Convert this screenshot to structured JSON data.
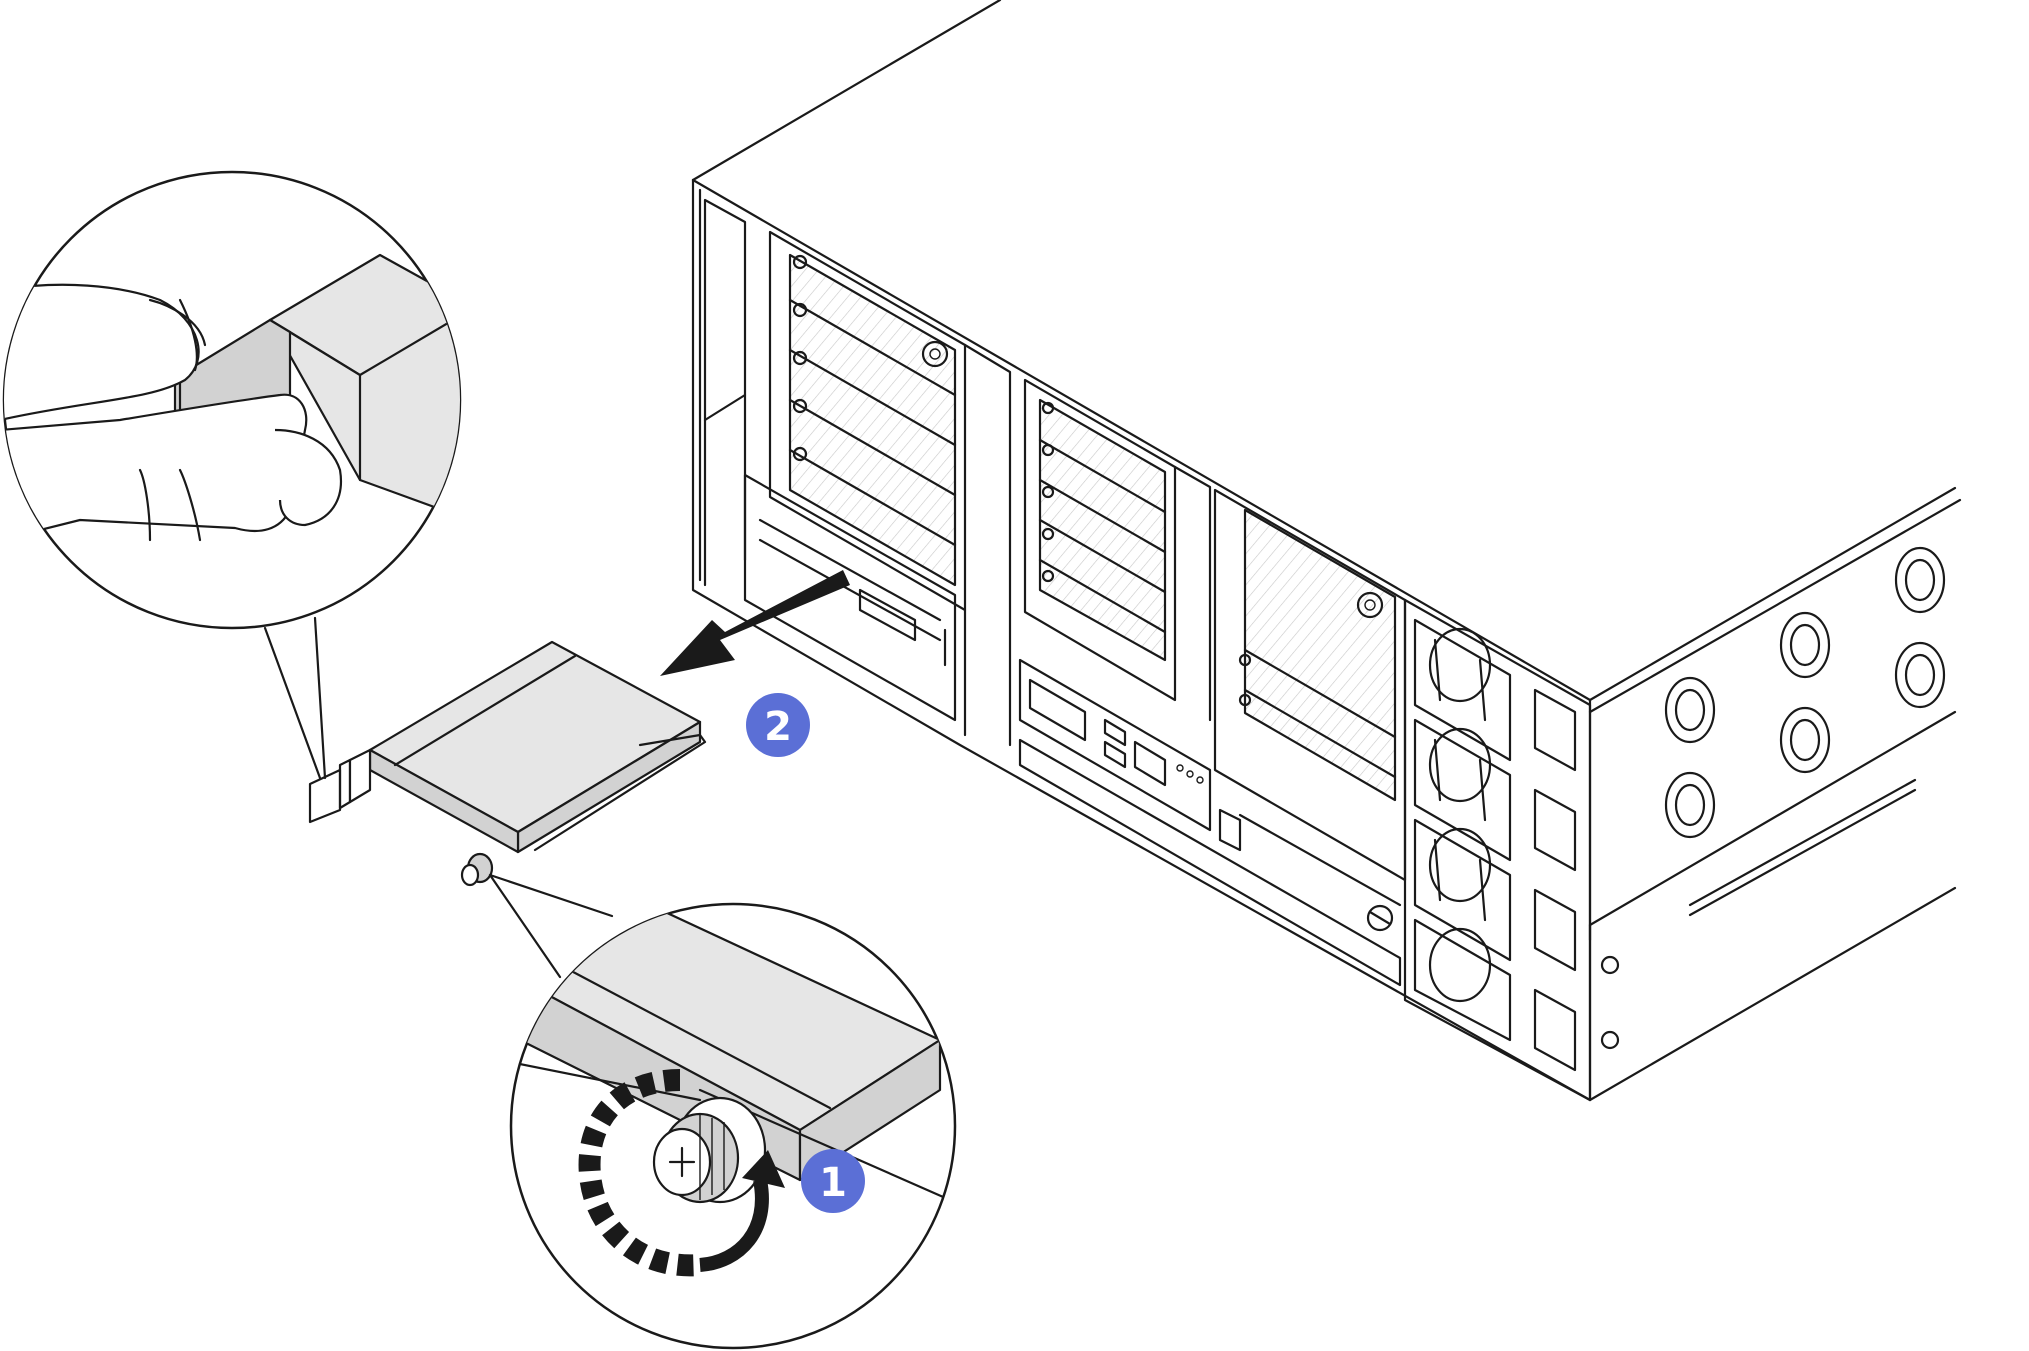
{
  "callouts": {
    "step1": {
      "label": "1"
    },
    "step2": {
      "label": "2"
    }
  },
  "colors": {
    "badge": "#5b6fd6",
    "line": "#1a1a1a",
    "panel": "#e6e6e6",
    "background": "#ffffff"
  },
  "icons": [
    "server-chassis",
    "adapter-card",
    "thumbscrew",
    "rotate-arrow",
    "pull-arrow",
    "hand"
  ]
}
